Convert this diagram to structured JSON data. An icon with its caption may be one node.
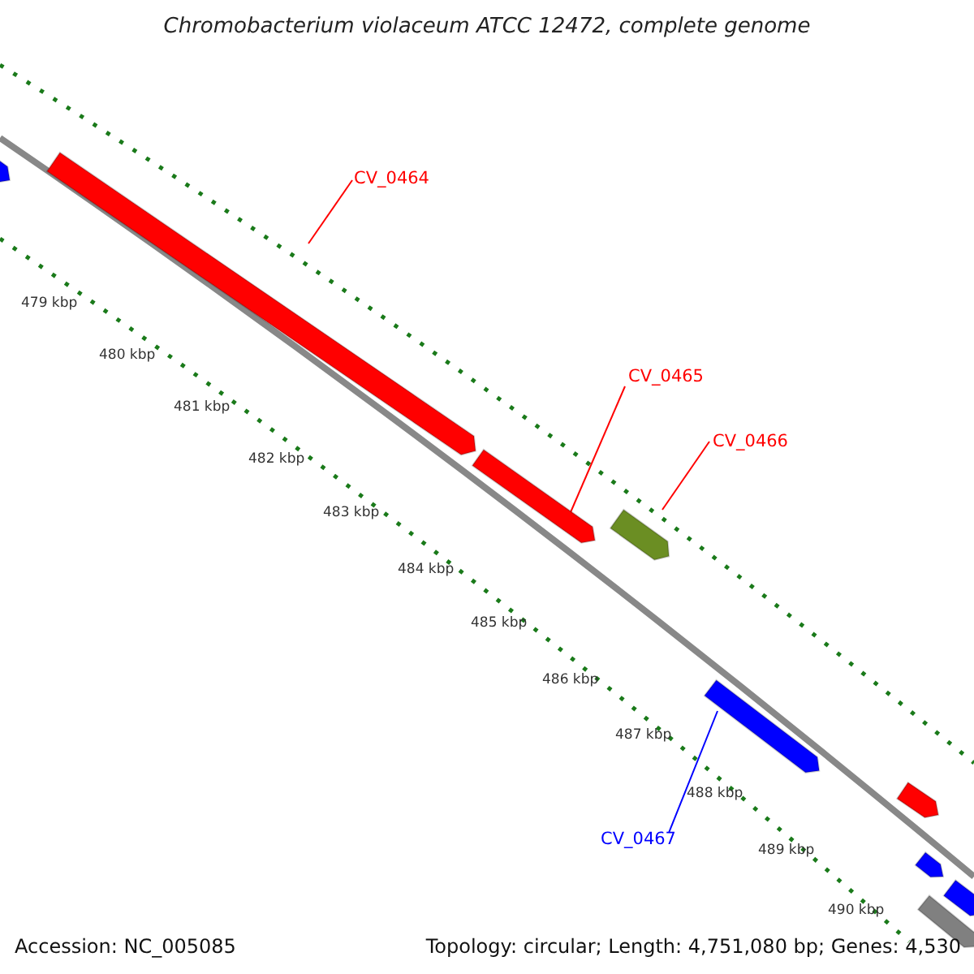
{
  "diagram": {
    "title": "Chromobacterium violaceum ATCC 12472, complete genome",
    "nodes": [
      {
        "text": [
          "CV_0464"
        ]
      },
      {
        "text": [],
        "shape": "bar"
      },
      {
        "text": [
          "CV_0465"
        ]
      },
      {
        "text": [],
        "shape": "bar"
      },
      {
        "text": [
          "CV_0466"
        ]
      },
      {
        "text": [],
        "shape": "bar"
      },
      {
        "text": [],
        "shape": "bar"
      },
      {
        "text": [
          "CV_0467"
        ]
      }
    ],
    "edges": [
      {
        "from": 0,
        "to": 1,
        "arrow": "none"
      },
      {
        "from": 2,
        "to": 3,
        "arrow": "none"
      },
      {
        "from": 4,
        "to": 5,
        "arrow": "none"
      },
      {
        "from": 7,
        "to": 6,
        "arrow": "none",
        "color": "#0000ff"
      }
    ],
    "labels": [
      "479 kbp",
      "480 kbp",
      "481 kbp",
      "482 kbp",
      "483 kbp",
      "484 kbp",
      "485 kbp",
      "486 kbp",
      "487 kbp",
      "488 kbp",
      "489 kbp",
      "490 kbp",
      "Accession: NC_005085",
      "Topology: circular; Length: 4,751,080 bp; Genes: 4,530"
    ]
  }
}
